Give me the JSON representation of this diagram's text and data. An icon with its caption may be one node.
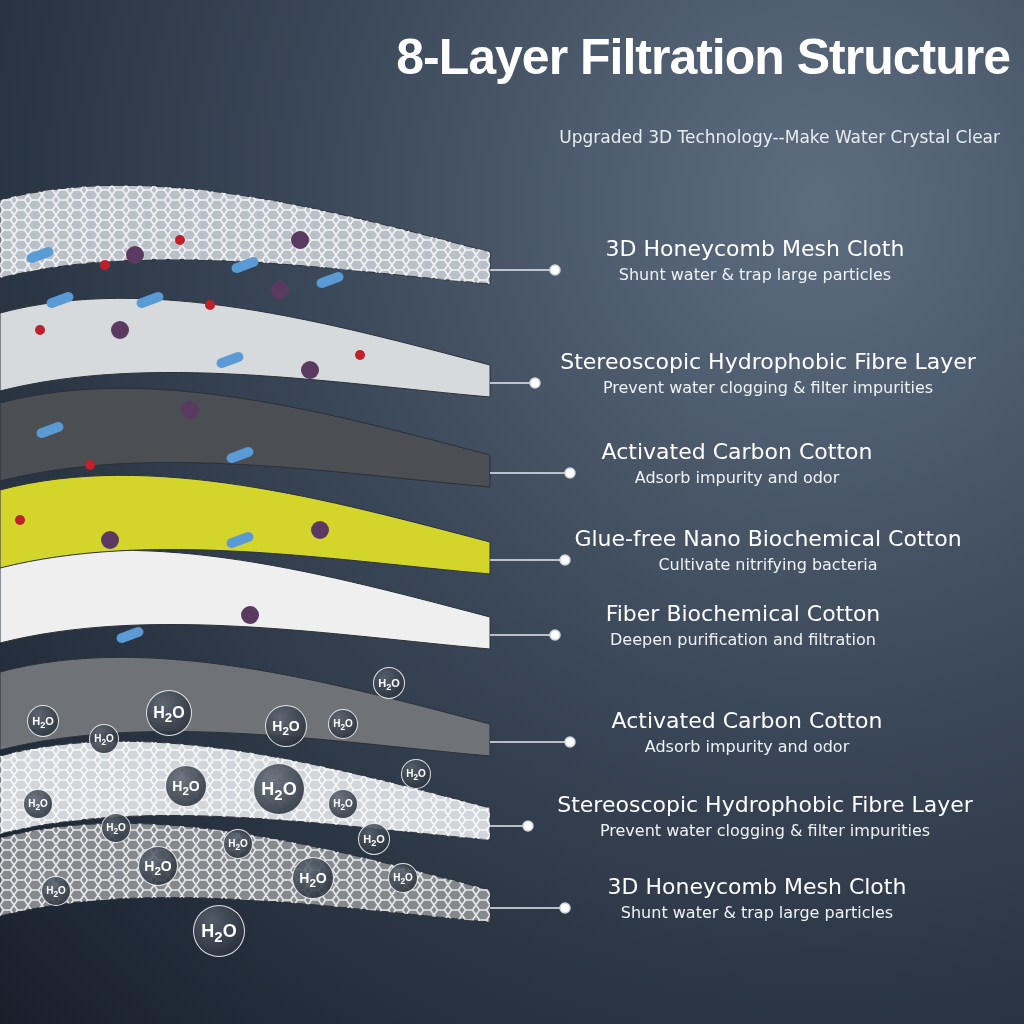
{
  "diagram": {
    "title": "8-Layer Filtration Structure",
    "nodes": [
      {
        "text": [],
        "shape": "picture"
      },
      {
        "text": [],
        "shape": "picture"
      },
      {
        "text": [],
        "shape": "picture"
      },
      {
        "text": [],
        "shape": "picture"
      },
      {
        "text": [],
        "shape": "picture"
      },
      {
        "text": [],
        "shape": "picture"
      },
      {
        "text": [],
        "shape": "picture"
      },
      {
        "text": [],
        "shape": "picture"
      },
      {
        "text": [
          "3D Honeycomb Mesh Cloth",
          "Shunt water & trap large particles"
        ]
      },
      {
        "text": [
          "Stereoscopic Hydrophobic Fibre Layer",
          "Prevent water clogging & filter impurities"
        ]
      },
      {
        "text": [
          "Activated Carbon Cotton",
          "Adsorb impurity and odor"
        ]
      },
      {
        "text": [
          "Glue-free Nano Biochemical Cotton",
          "Cultivate nitrifying bacteria"
        ]
      },
      {
        "text": [
          "Fiber Biochemical Cotton",
          "Deepen purification and filtration"
        ]
      },
      {
        "text": [
          "Activated Carbon Cotton",
          "Adsorb impurity and odor"
        ]
      },
      {
        "text": [
          "Stereoscopic Hydrophobic Fibre Layer",
          "Prevent water clogging & filter impurities"
        ]
      },
      {
        "text": [
          "3D Honeycomb Mesh Cloth",
          "Shunt water & trap large particles"
        ]
      }
    ],
    "edges": [
      {
        "from": 8,
        "to": 0,
        "arrow": "other"
      },
      {
        "from": 9,
        "to": 1,
        "arrow": "other"
      },
      {
        "from": 10,
        "to": 2,
        "arrow": "other"
      },
      {
        "from": 11,
        "to": 3,
        "arrow": "other"
      },
      {
        "from": 12,
        "to": 4,
        "arrow": "other"
      },
      {
        "from": 13,
        "to": 5,
        "arrow": "other"
      },
      {
        "from": 14,
        "to": 6,
        "arrow": "other"
      },
      {
        "from": 15,
        "to": 7,
        "arrow": "other"
      }
    ],
    "labels": [
      "Upgraded 3D Technology--Make Water Crystal Clear",
      "H$_{2}$O",
      "H$_{2}$O",
      "H$_{2}$O",
      "H$_{2}$O",
      "H$_{2}$O",
      "H$_{2}$O",
      "H$_{2}$O",
      "H$_{2}$O",
      "H$_{2}$O",
      "H$_{2}$O",
      "H$_{2}$O",
      "H$_{2}$O",
      "H$_{2}$O",
      "H$_{2}$O",
      "H$_{2}$O",
      "H$_{2}$O",
      "H$_{2}$O",
      "H$_{2}$O",
      "H$_{2}$O"
    ]
  }
}
